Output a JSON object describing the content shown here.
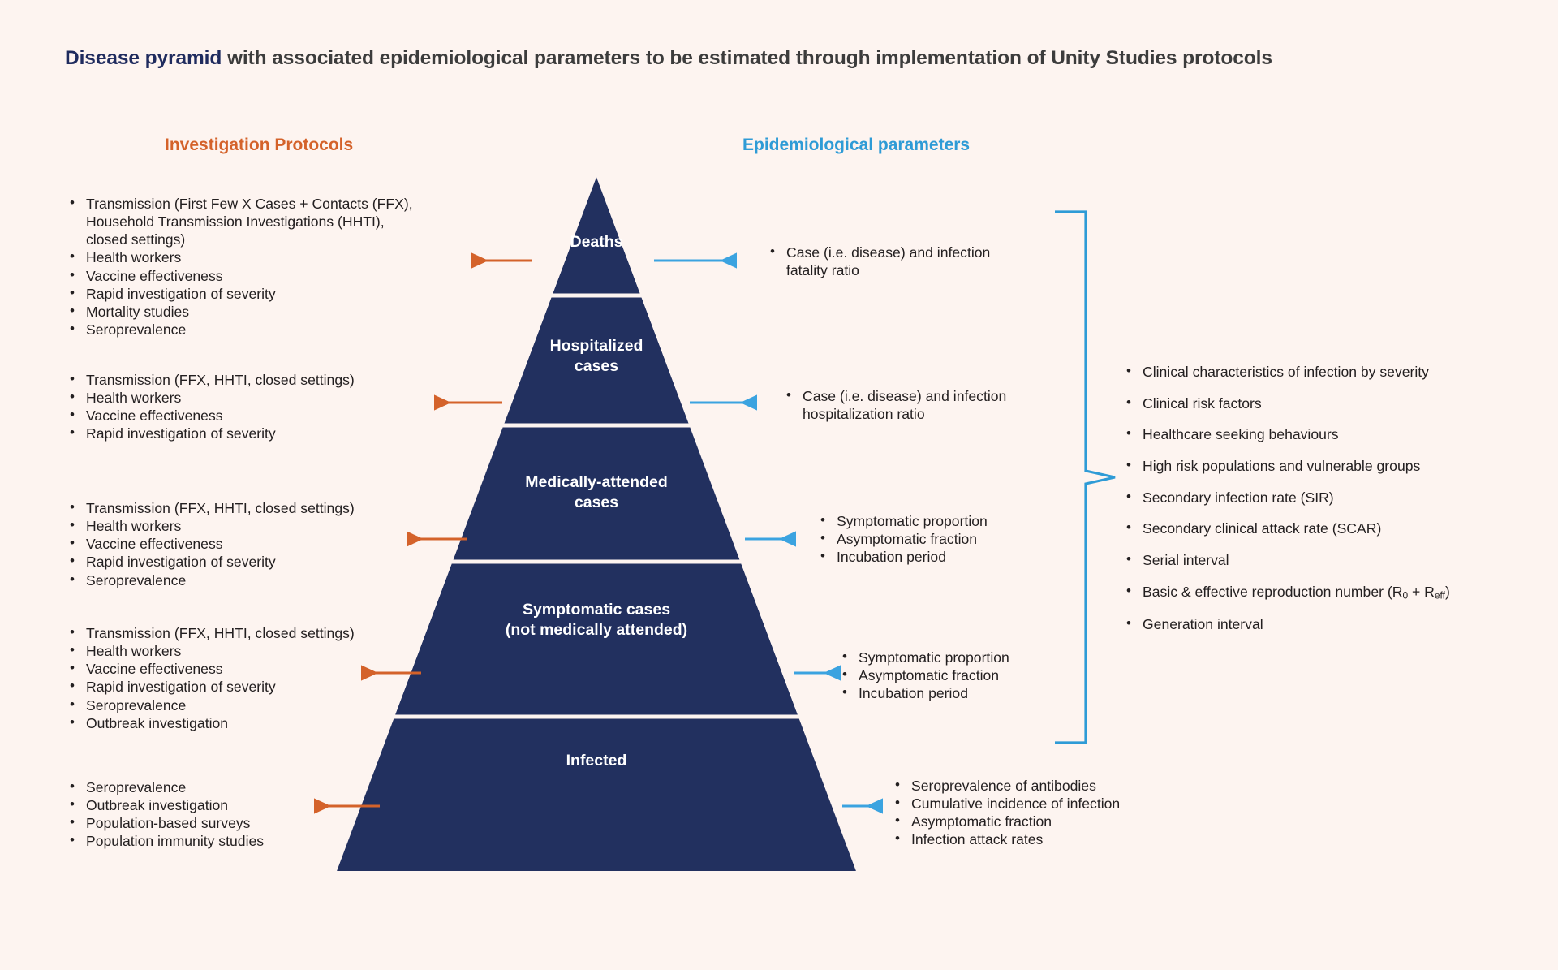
{
  "title": {
    "highlight": "Disease pyramid",
    "rest": " with associated epidemiological parameters to be estimated through implementation of Unity Studies protocols"
  },
  "colors": {
    "background": "#fdf4f0",
    "pyramid_navy": "#22305f",
    "protocols_orange": "#d4622a",
    "parameters_blue": "#2e9bd6",
    "title_navy": "#1f2b5e",
    "body_text": "#231f20"
  },
  "headers": {
    "protocols": "Investigation Protocols",
    "parameters": "Epidemiological parameters"
  },
  "pyramid": {
    "levels": [
      {
        "key": "deaths",
        "label": "Deaths"
      },
      {
        "key": "hospitalized",
        "label": "Hospitalized\ncases"
      },
      {
        "key": "medically_attended",
        "label": "Medically-attended\ncases"
      },
      {
        "key": "symptomatic",
        "label": "Symptomatic cases\n(not medically attended)"
      },
      {
        "key": "infected",
        "label": "Infected"
      }
    ]
  },
  "left_groups": [
    {
      "for_level": "deaths",
      "items": [
        "Transmission (First Few X Cases + Contacts (FFX), Household Transmission Investigations (HHTI), closed settings)",
        "Health workers",
        "Vaccine effectiveness",
        "Rapid investigation of severity",
        "Mortality studies",
        "Seroprevalence"
      ]
    },
    {
      "for_level": "hospitalized",
      "items": [
        "Transmission (FFX, HHTI, closed settings)",
        "Health workers",
        "Vaccine effectiveness",
        "Rapid investigation of severity"
      ]
    },
    {
      "for_level": "medically_attended",
      "items": [
        "Transmission (FFX, HHTI, closed settings)",
        "Health workers",
        "Vaccine effectiveness",
        "Rapid investigation of severity",
        "Seroprevalence"
      ]
    },
    {
      "for_level": "symptomatic",
      "items": [
        "Transmission (FFX, HHTI, closed settings)",
        "Health workers",
        "Vaccine effectiveness",
        "Rapid investigation of severity",
        "Seroprevalence",
        "Outbreak investigation"
      ]
    },
    {
      "for_level": "infected",
      "items": [
        "Seroprevalence",
        "Outbreak investigation",
        "Population-based surveys",
        "Population immunity studies"
      ]
    }
  ],
  "right_groups": [
    {
      "for_level": "deaths",
      "items": [
        "Case (i.e. disease) and infection fatality ratio"
      ]
    },
    {
      "for_level": "hospitalized",
      "items": [
        "Case (i.e. disease) and infection hospitalization ratio"
      ]
    },
    {
      "for_level": "medically_attended",
      "items": [
        "Symptomatic proportion",
        "Asymptomatic fraction",
        "Incubation period"
      ]
    },
    {
      "for_level": "symptomatic",
      "items": [
        "Symptomatic proportion",
        "Asymptomatic fraction",
        "Incubation period"
      ]
    },
    {
      "for_level": "infected",
      "items": [
        "Seroprevalence of antibodies",
        "Cumulative incidence of infection",
        "Asymptomatic fraction",
        "Infection attack rates"
      ]
    }
  ],
  "cross_cutting": {
    "items": [
      "Clinical characteristics of infection by severity",
      "Clinical risk factors",
      "Healthcare seeking behaviours",
      "High risk populations and vulnerable groups",
      "Secondary infection rate (SIR)",
      "Secondary clinical attack rate (SCAR)",
      "Serial interval",
      "Basic &amp; effective reproduction number (R<sub>0</sub> + R<sub>eff</sub>)",
      "Generation interval"
    ]
  }
}
